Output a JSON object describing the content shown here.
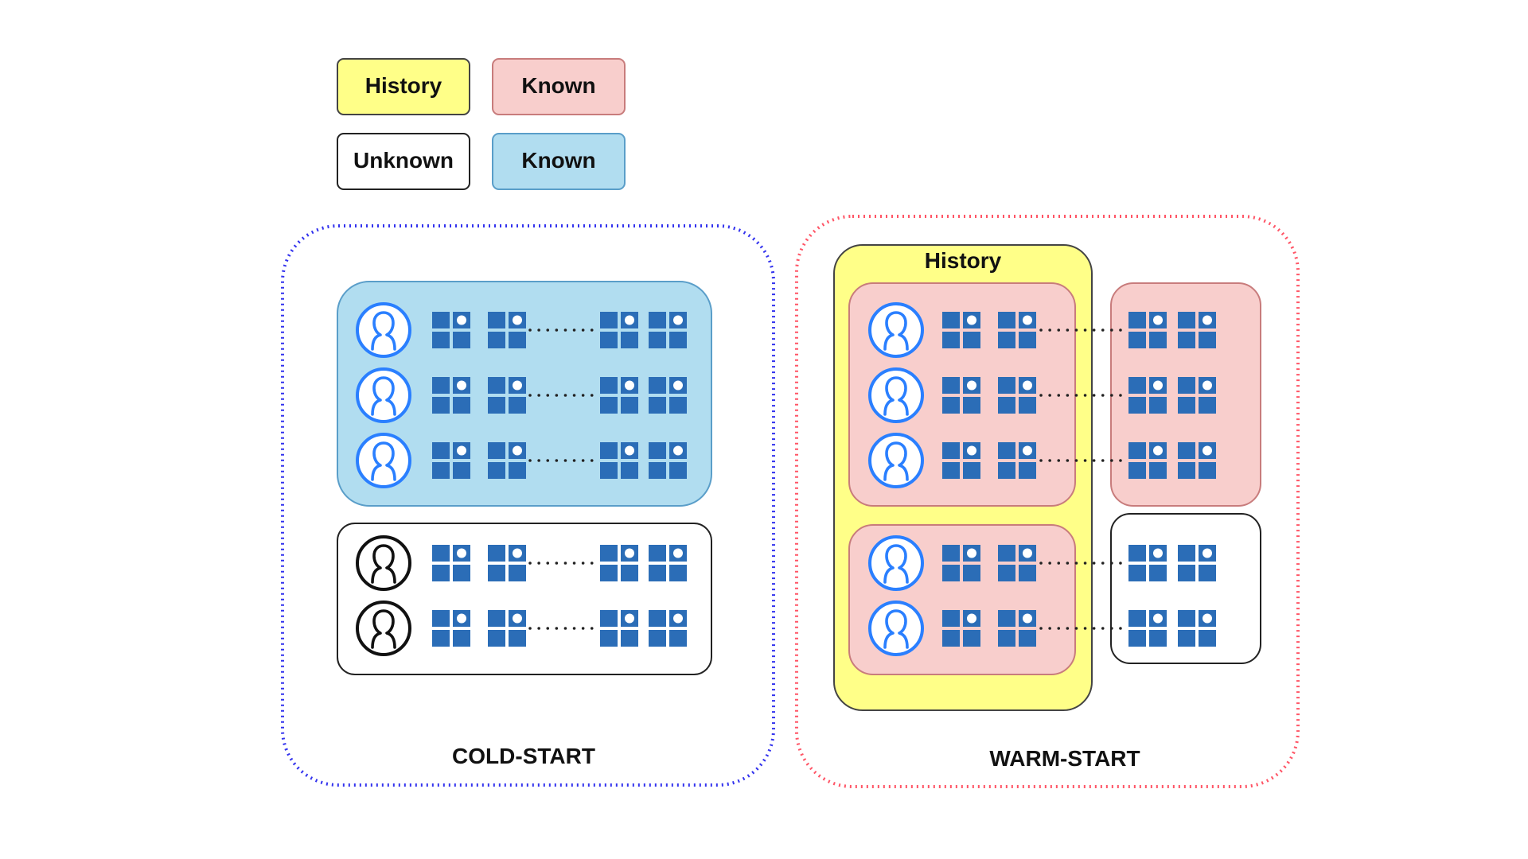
{
  "legend": {
    "history_label": "History",
    "known_pink_label": "Known",
    "unknown_label": "Unknown",
    "known_blue_label": "Known"
  },
  "cold_start": {
    "label": "COLD-START"
  },
  "warm_start": {
    "label": "WARM-START",
    "history_label": "History"
  },
  "colors": {
    "history_fill": "#ffff88",
    "known_pink_fill": "#f8cecc",
    "known_pink_stroke": "#c87c7c",
    "known_blue_fill": "#b1ddf0",
    "known_blue_stroke": "#5a9ec9",
    "cold_border": "#3333ee",
    "warm_border": "#ff5566",
    "icon_blue": "#2a7fff",
    "item_blue": "#2b6db7"
  },
  "icons": {
    "user": "user-avatar-icon",
    "item": "item-grid-icon"
  }
}
